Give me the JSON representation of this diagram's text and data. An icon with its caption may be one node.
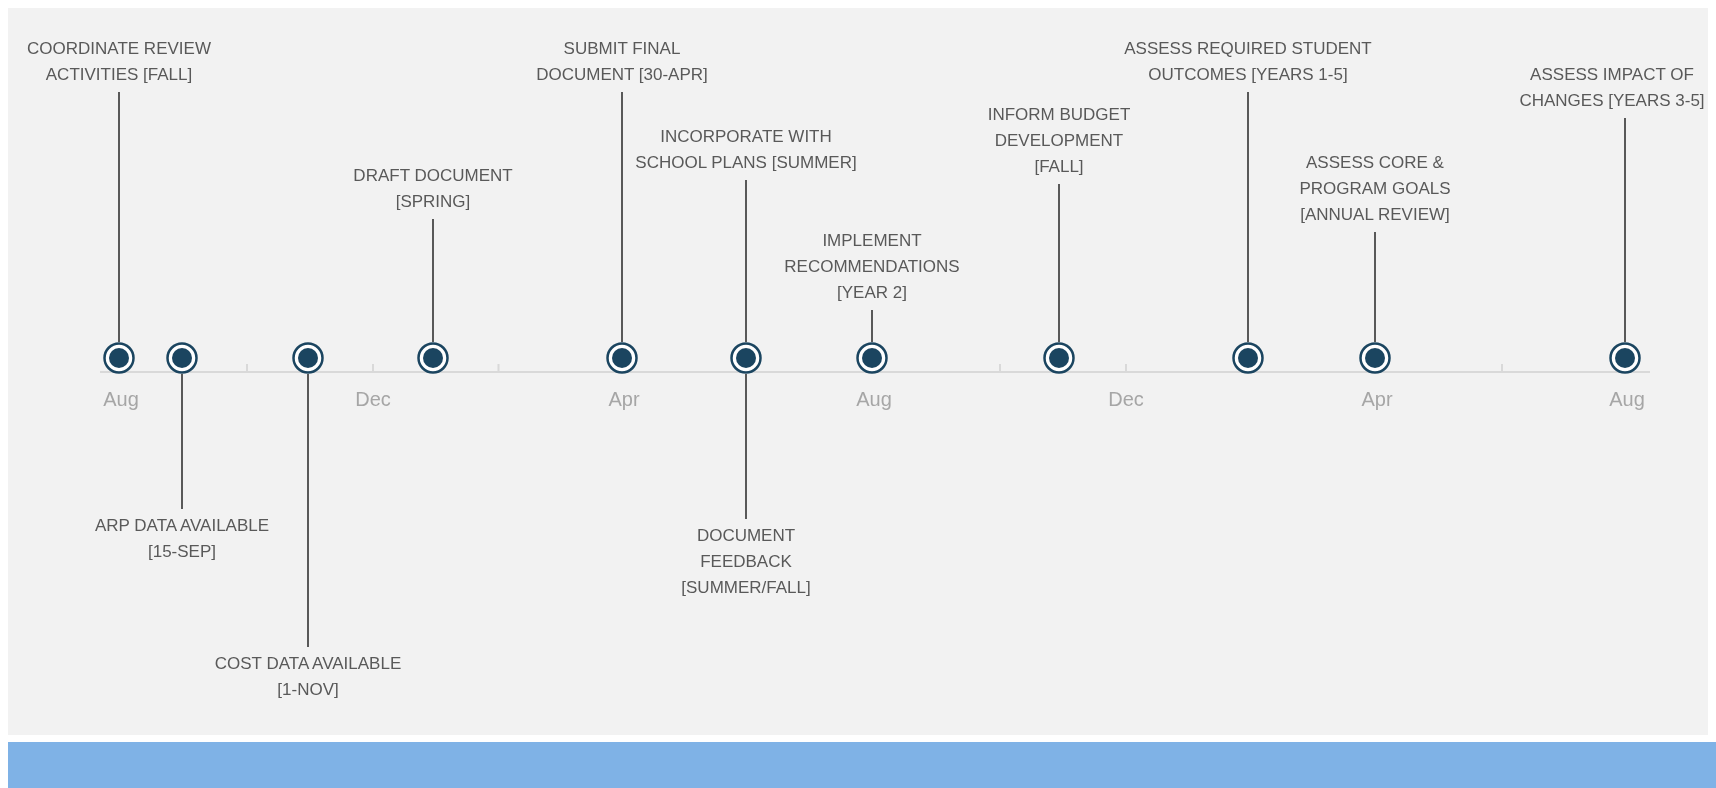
{
  "diagram": {
    "nodes": [
      {
        "text": [
          "COORDINATE REVIEW ACTIVITIES [FALL]"
        ]
      },
      {
        "text": [],
        "shape": "circle"
      },
      {
        "text": [
          "ARP DATA AVAILABLE [15-SEP]"
        ]
      },
      {
        "text": [],
        "shape": "circle"
      },
      {
        "text": [
          "COST DATA AVAILABLE [1-NOV]"
        ]
      },
      {
        "text": [],
        "shape": "circle"
      },
      {
        "text": [
          "DRAFT DOCUMENT [SPRING]"
        ]
      },
      {
        "text": [],
        "shape": "circle"
      },
      {
        "text": [
          "SUBMIT FINAL DOCUMENT [30-APR]"
        ]
      },
      {
        "text": [],
        "shape": "circle"
      },
      {
        "text": [
          "INCORPORATE WITH SCHOOL PLANS [SUMMER]"
        ]
      },
      {
        "text": [],
        "shape": "circle"
      },
      {
        "text": [
          "DOCUMENT FEEDBACK [SUMMER/FALL]"
        ]
      },
      {
        "text": [
          "IMPLEMENT RECOMMENDATIONS [YEAR 2]"
        ]
      },
      {
        "text": [],
        "shape": "circle"
      },
      {
        "text": [
          "INFORM BUDGET DEVELOPMENT [FALL]"
        ]
      },
      {
        "text": [],
        "shape": "circle"
      },
      {
        "text": [
          "ASSESS REQUIRED STUDENT OUTCOMES [YEARS 1-5]"
        ]
      },
      {
        "text": [],
        "shape": "circle"
      },
      {
        "text": [
          "ASSESS CORE & PROGRAM GOALS [ANNUAL REVIEW]"
        ]
      },
      {
        "text": [],
        "shape": "circle"
      },
      {
        "text": [
          "ASSESS IMPACT OF CHANGES [YEARS 3-5]"
        ]
      },
      {
        "text": [],
        "shape": "circle"
      }
    ],
    "edges": [
      {
        "from": 0,
        "to": 1,
        "arrow": "none"
      },
      {
        "from": 2,
        "to": 3,
        "arrow": "none"
      },
      {
        "from": 4,
        "to": 5,
        "arrow": "none"
      },
      {
        "from": 6,
        "to": 7,
        "arrow": "none"
      },
      {
        "from": 8,
        "to": 9,
        "arrow": "none"
      },
      {
        "from": 10,
        "to": 11,
        "arrow": "none"
      },
      {
        "from": 12,
        "to": 11,
        "arrow": "none"
      },
      {
        "from": 13,
        "to": 14,
        "arrow": "none"
      },
      {
        "from": 15,
        "to": 16,
        "arrow": "none"
      },
      {
        "from": 17,
        "to": 18,
        "arrow": "none"
      },
      {
        "from": 19,
        "to": 20,
        "arrow": "none"
      },
      {
        "from": 21,
        "to": 22,
        "arrow": "none"
      }
    ],
    "labels": [
      "Aug",
      "Dec",
      "Apr",
      "Aug",
      "Dec",
      "Apr",
      "Aug"
    ]
  }
}
